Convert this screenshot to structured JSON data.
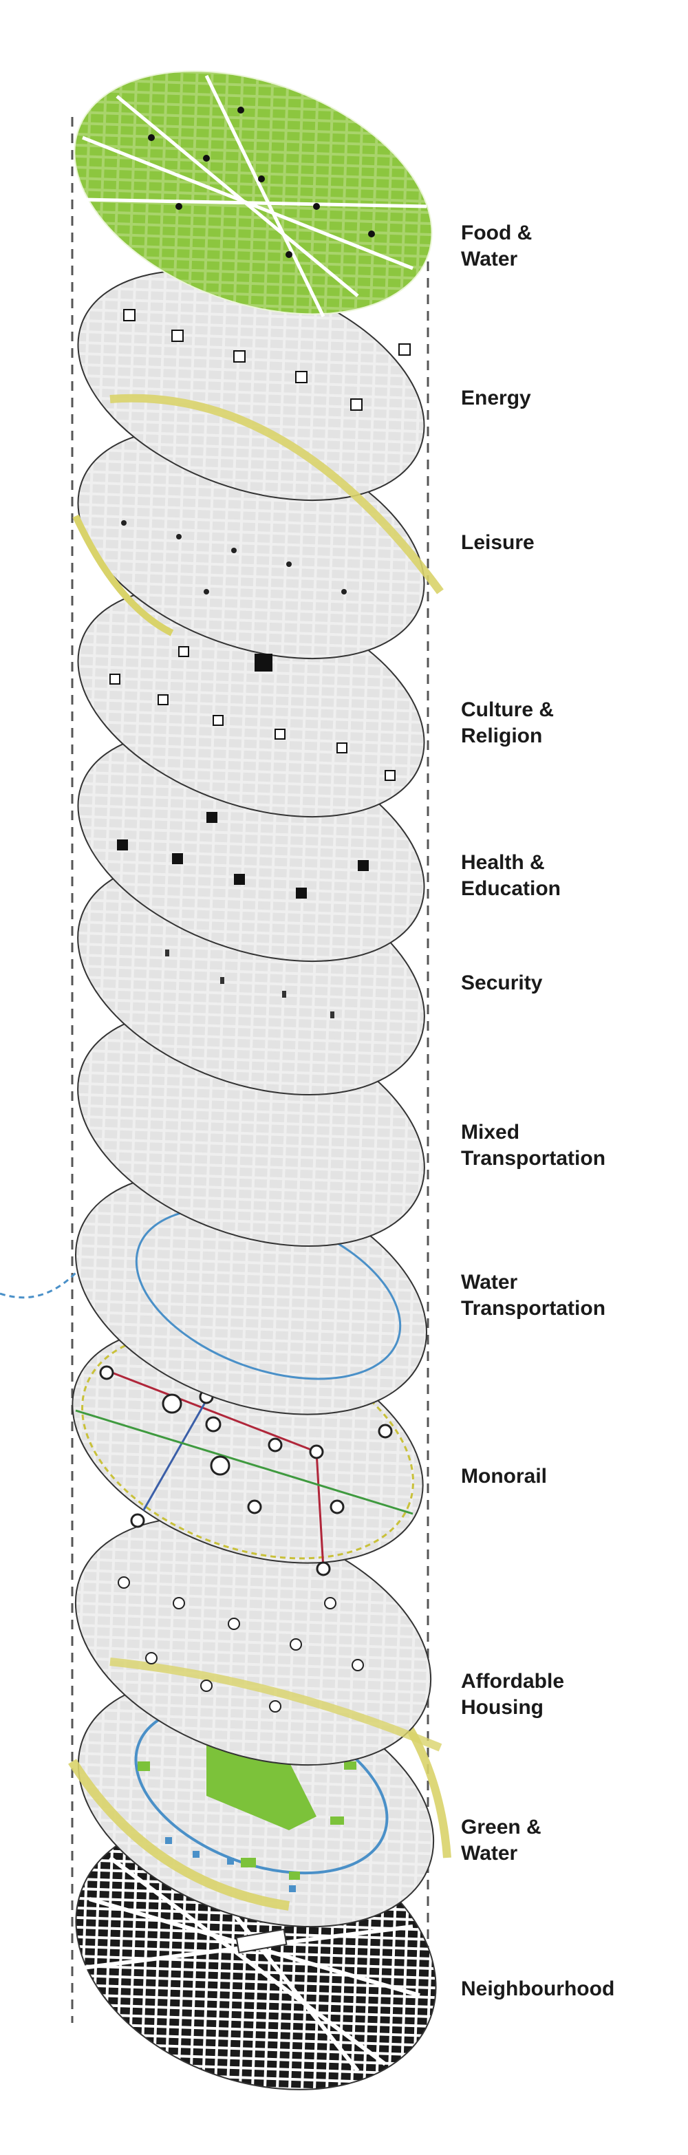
{
  "layers": [
    {
      "label": "Food &\nWater"
    },
    {
      "label": "Energy"
    },
    {
      "label": "Leisure"
    },
    {
      "label": "Culture &\nReligion"
    },
    {
      "label": "Health &\nEducation"
    },
    {
      "label": "Security"
    },
    {
      "label": "Mixed\nTransportation"
    },
    {
      "label": "Water\nTransportation"
    },
    {
      "label": "Monorail"
    },
    {
      "label": "Affordable\nHousing"
    },
    {
      "label": "Green &\nWater"
    },
    {
      "label": "Neighbourhood"
    }
  ],
  "colors": {
    "food_water_fill": "#8cc63f",
    "layer_fill": "#ededed",
    "layer_outline": "#333333",
    "energy_band": "#d9d36a",
    "monorail_outer": "#c9c13a",
    "monorail_red": "#b0263a",
    "monorail_blue": "#3b5fa8",
    "monorail_green": "#3f9a3f",
    "water_blue": "#4a90c8",
    "green_space": "#7cc23a",
    "neighbourhood_fill": "#1a1a1a"
  }
}
